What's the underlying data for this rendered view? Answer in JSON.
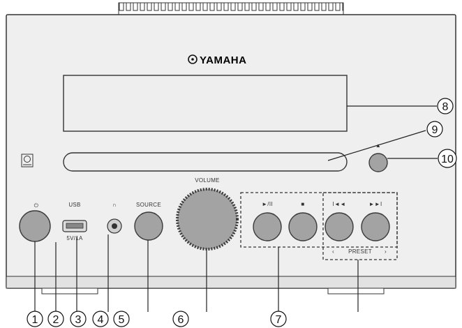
{
  "brand": "YAMAHA",
  "labels": {
    "volume": "VOLUME",
    "usb": "USB",
    "usb_sub": "5V/1A",
    "source": "SOURCE",
    "preset": "PRESET",
    "play_pause": "►/II",
    "stop": "■",
    "prev": "I◄◄",
    "next": "►►I",
    "eject": "▲",
    "power": "⏻",
    "headphones": "∩",
    "preset_left": "‹",
    "preset_right": "›"
  },
  "callouts": [
    "1",
    "2",
    "3",
    "4",
    "5",
    "6",
    "7",
    "8",
    "9",
    "10"
  ],
  "colors": {
    "panel": "#efefef",
    "button": "#a3a3a3",
    "outline": "#3a3a3a"
  }
}
